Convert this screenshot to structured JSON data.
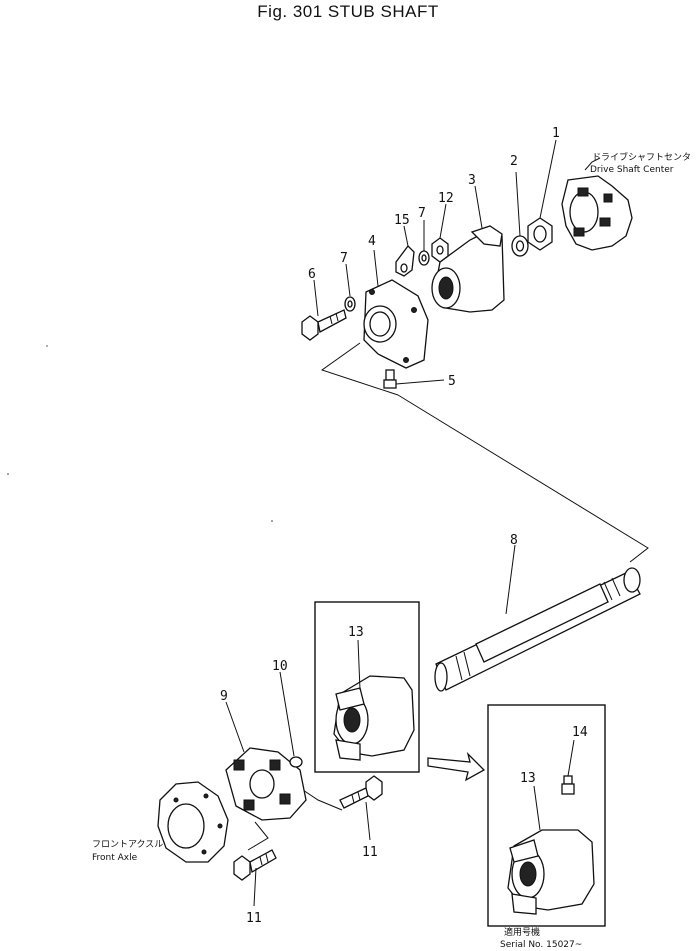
{
  "figure": {
    "title": "Fig. 301 STUB SHAFT"
  },
  "callouts": [
    {
      "id": "1",
      "text": "1"
    },
    {
      "id": "2",
      "text": "2"
    },
    {
      "id": "3",
      "text": "3"
    },
    {
      "id": "12",
      "text": "12"
    },
    {
      "id": "7a",
      "text": "7"
    },
    {
      "id": "15",
      "text": "15"
    },
    {
      "id": "4",
      "text": "4"
    },
    {
      "id": "7b",
      "text": "7"
    },
    {
      "id": "6",
      "text": "6"
    },
    {
      "id": "5",
      "text": "5"
    },
    {
      "id": "8",
      "text": "8"
    },
    {
      "id": "13a",
      "text": "13"
    },
    {
      "id": "10",
      "text": "10"
    },
    {
      "id": "9",
      "text": "9"
    },
    {
      "id": "14",
      "text": "14"
    },
    {
      "id": "13b",
      "text": "13"
    },
    {
      "id": "11a",
      "text": "11"
    },
    {
      "id": "11b",
      "text": "11"
    }
  ],
  "notes": {
    "drive_shaft_jp": "ドライブシャフトセンタ",
    "drive_shaft_en": "Drive Shaft Center",
    "front_axle_jp": "フロントアクスル",
    "front_axle_en": "Front Axle",
    "serial_jp": "適用号機",
    "serial_en": "Serial No. 15027~"
  }
}
